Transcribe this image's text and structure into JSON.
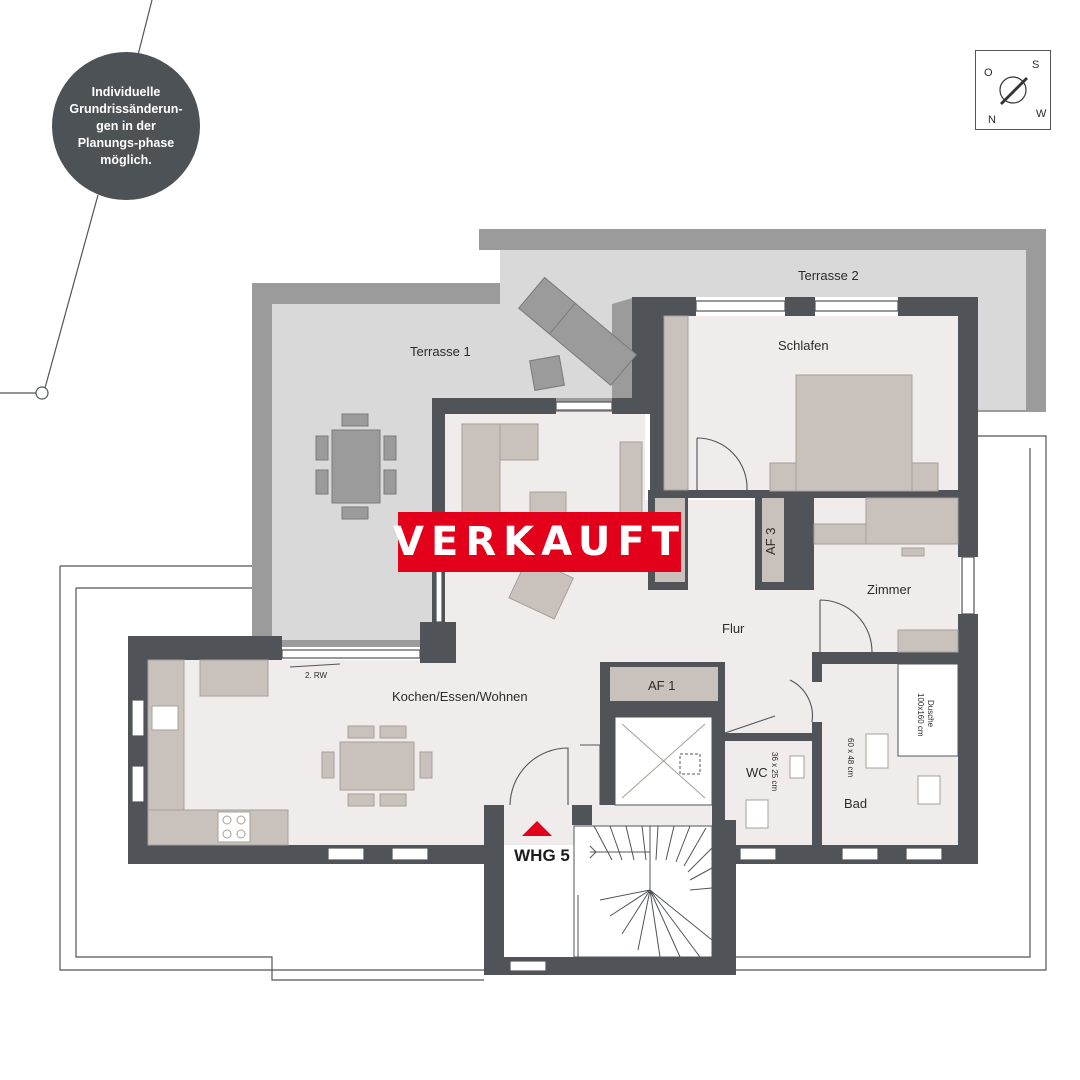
{
  "callout": {
    "text": "Individuelle Grundrissänderun-gen in der Planungs-phase möglich."
  },
  "status": {
    "label": "VERKAUFT",
    "color": "#e2001a"
  },
  "unit": {
    "label": "WHG 5"
  },
  "rooms": {
    "terrace1": "Terrasse 1",
    "terrace2": "Terrasse 2",
    "bedroom": "Schlafen",
    "room": "Zimmer",
    "hallway": "Flur",
    "living": "Kochen/Essen/Wohnen",
    "af1": "AF 1",
    "af3": "AF 3",
    "wc": "WC",
    "bath": "Bad"
  },
  "notes": {
    "rw": "2. RW",
    "shower": "Dusche",
    "shower_size": "100x160 cm",
    "wc_basin": "36 x 25 cm",
    "bath_basin": "60 x 48 cm"
  },
  "compass": {
    "labels": [
      "O",
      "S",
      "W",
      "N"
    ],
    "icon": "compass-icon"
  },
  "colors": {
    "wall": "#505459",
    "floor": "#f0ecec",
    "terrace": "#d9d9d9",
    "terrace_border": "#9b9b9b",
    "furniture": "#c9c1bb"
  }
}
